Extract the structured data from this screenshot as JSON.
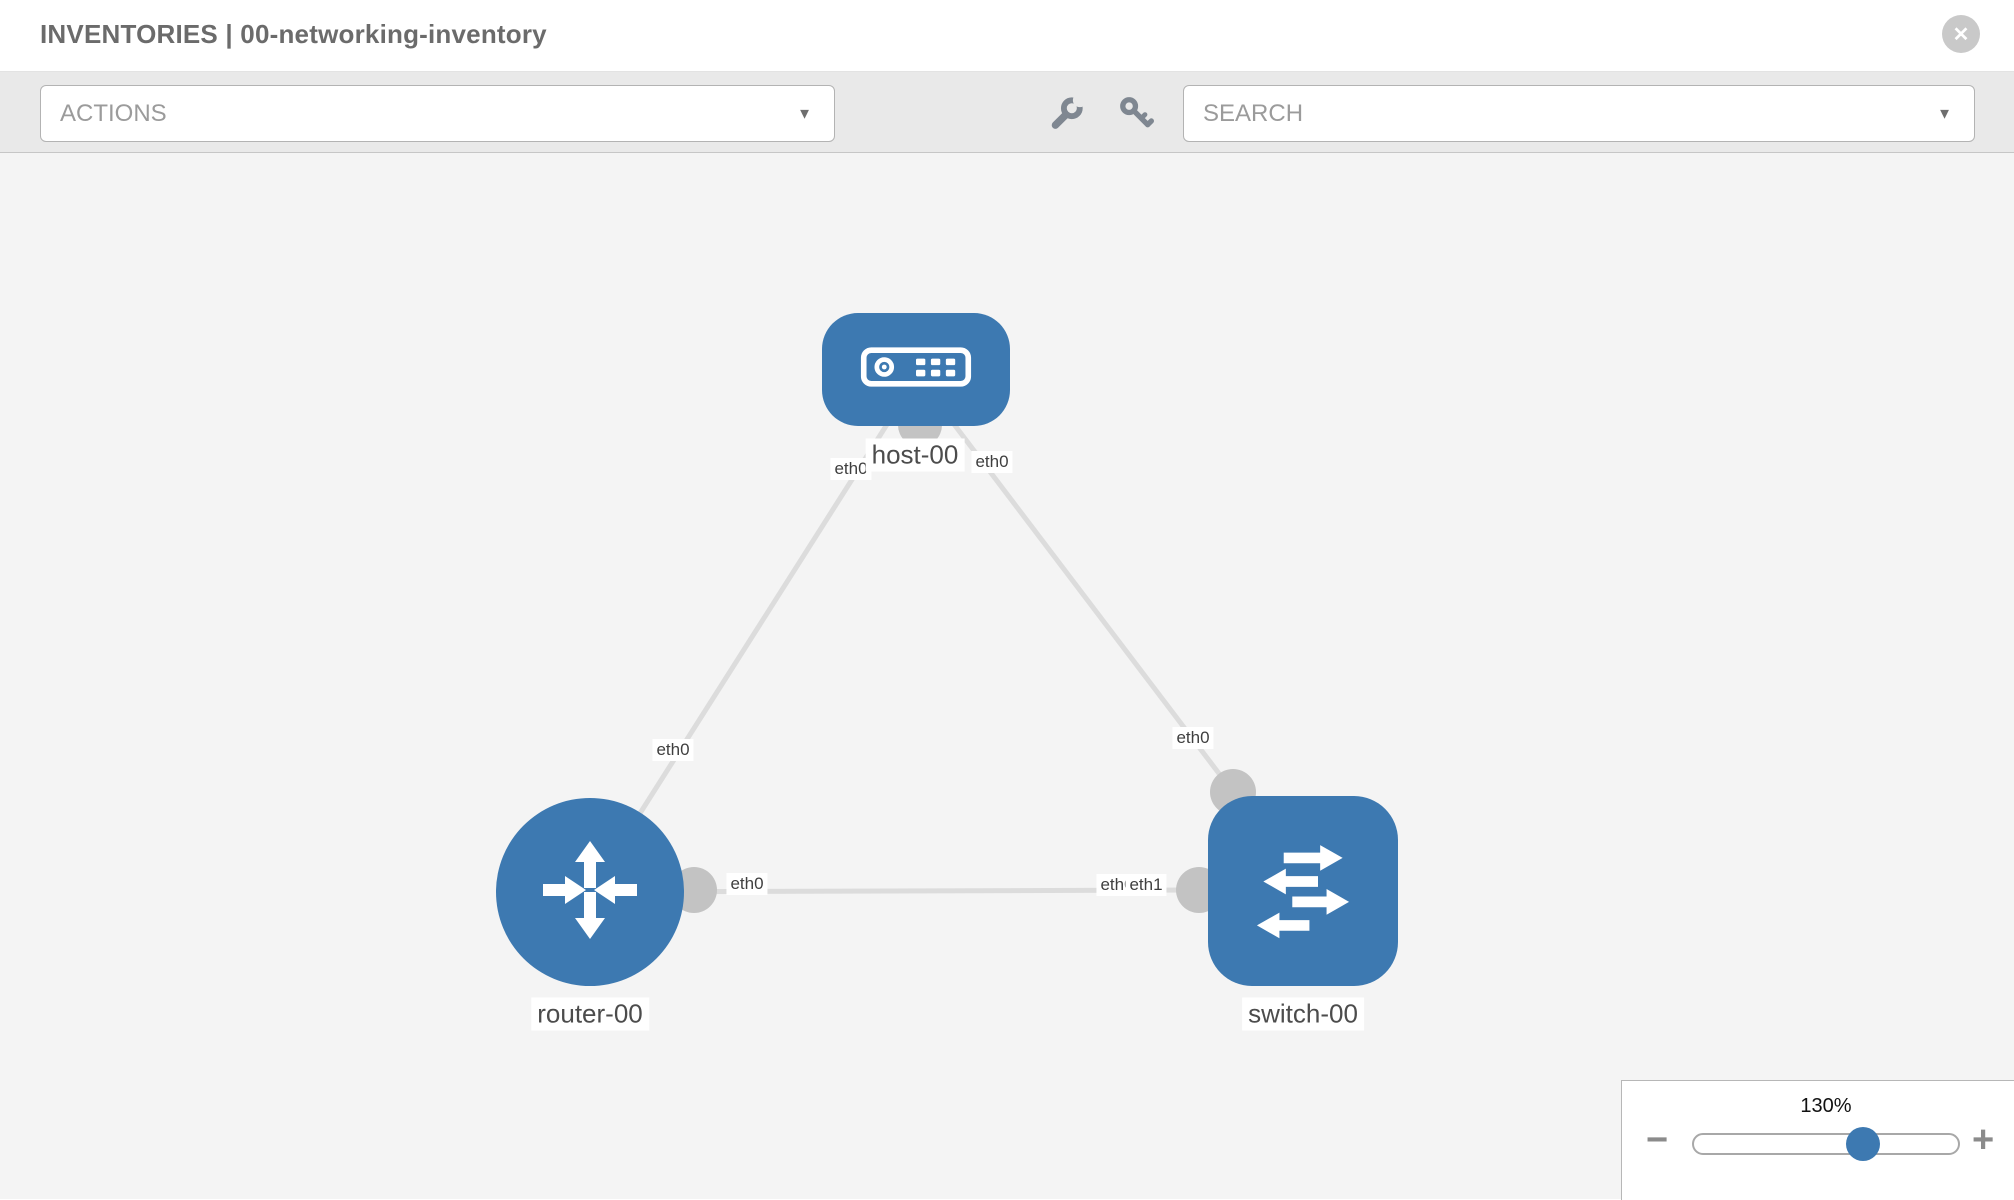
{
  "header": {
    "title": "INVENTORIES | 00-networking-inventory"
  },
  "toolbar": {
    "actions_label": "ACTIONS",
    "search_label": "SEARCH",
    "tools": [
      {
        "icon": "wrench-icon"
      },
      {
        "icon": "key-icon"
      }
    ]
  },
  "glyphs": {
    "caret_down": "▼",
    "close": "✕",
    "minus": "−",
    "plus": "+"
  },
  "topology": {
    "nodes": [
      {
        "label": "host-00",
        "type": "host"
      },
      {
        "label": "router-00",
        "type": "router"
      },
      {
        "label": "switch-00",
        "type": "switch"
      }
    ],
    "links": [
      {
        "from": "host-00",
        "from_if": "eth0",
        "to": "router-00",
        "to_if": "eth0"
      },
      {
        "from": "host-00",
        "from_if": "eth0",
        "to": "switch-00",
        "to_if": "eth0"
      },
      {
        "from": "router-00",
        "from_if": "eth0",
        "to": "switch-00",
        "to_if": "eth1"
      }
    ],
    "iface_labels": {
      "host_left": "eth0",
      "host_right": "eth0",
      "link_a_router_end": "eth0",
      "link_b_switch_end": "eth0",
      "link_c_router_end": "eth0",
      "link_c_switch_under": "eth0",
      "link_c_switch_over": "eth1"
    }
  },
  "zoom_control": {
    "level": "130%"
  },
  "colors": {
    "node_blue": "#3d79b1",
    "link_gray": "#dcdcdc",
    "dot_gray": "#c3c3c3"
  }
}
